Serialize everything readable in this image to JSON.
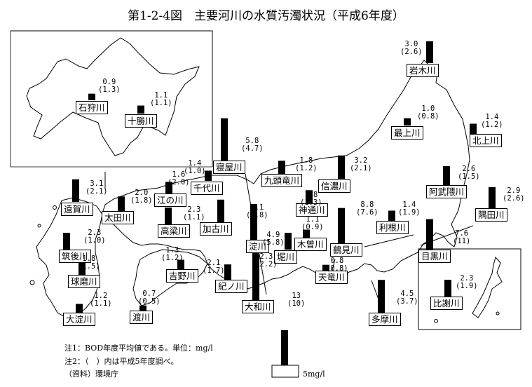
{
  "title": "第1-2-4図　主要河川の水質汚濁状況（平成6年度）",
  "notes": [
    "注1：BOD年度平均値である。単位：mg/l",
    "注2：（　）内は平成5年度調べ。",
    "（資料）環境庁"
  ],
  "legend": {
    "label": "5mg/l",
    "value": 5
  },
  "chart_data": {
    "type": "bar",
    "title": "第1-2-4図　主要河川の水質汚濁状況（平成6年度）",
    "unit": "mg/l",
    "series": [
      {
        "name": "平成6年度",
        "values": [
          3.0,
          0.9,
          1.1,
          1.0,
          1.4,
          5.8,
          1.8,
          3.2,
          1.6,
          1.4,
          2.0,
          3.1,
          2.3,
          3.1,
          1.8,
          2.6,
          2.9,
          1.4,
          8.8,
          4.9,
          1.1,
          2.3,
          1.8,
          1.3,
          2.1,
          2.3,
          13,
          0.7,
          1.2,
          0.8,
          4.5,
          7.6,
          2.3
        ]
      },
      {
        "name": "平成5年度",
        "values": [
          2.6,
          1.3,
          1.1,
          0.8,
          1.2,
          4.7,
          1.2,
          2.1,
          2.0,
          1.0,
          1.8,
          2.1,
          1.1,
          1.8,
          1.3,
          1.5,
          2.6,
          1.9,
          7.6,
          5.8,
          0.9,
          1.0,
          1.5,
          1.2,
          1.7,
          2.2,
          10,
          0.5,
          1.1,
          0.8,
          3.7,
          11,
          1.9
        ]
      }
    ],
    "rivers": [
      {
        "name": "岩木川",
        "value": "3.0",
        "prev": "2.6"
      },
      {
        "name": "石狩川",
        "value": "0.9",
        "prev": "1.3"
      },
      {
        "name": "十勝川",
        "value": "1.1",
        "prev": "1.1"
      },
      {
        "name": "最上川",
        "value": "1.0",
        "prev": "0.8"
      },
      {
        "name": "北上川",
        "value": "1.4",
        "prev": "1.2"
      },
      {
        "name": "寝屋川",
        "value": "5.8",
        "prev": "4.7"
      },
      {
        "name": "九頭竜川",
        "value": "1.8",
        "prev": "1.2"
      },
      {
        "name": "信濃川",
        "value": "3.2",
        "prev": "2.1"
      },
      {
        "name": "江の川",
        "value": "1.6",
        "prev": "2.0"
      },
      {
        "name": "千代川",
        "value": "1.4",
        "prev": "1.0"
      },
      {
        "name": "太田川",
        "value": "2.0",
        "prev": "1.8"
      },
      {
        "name": "遠賀川",
        "value": "3.1",
        "prev": "2.1"
      },
      {
        "name": "高梁川",
        "value": "2.3",
        "prev": "1.1"
      },
      {
        "name": "加古川",
        "value": "3.1",
        "prev": "1.8"
      },
      {
        "name": "神通川",
        "value": "1.8",
        "prev": "1.3"
      },
      {
        "name": "阿武隈川",
        "value": "2.6",
        "prev": "1.5"
      },
      {
        "name": "隅田川",
        "value": "2.9",
        "prev": "2.6"
      },
      {
        "name": "利根川",
        "value": "1.4",
        "prev": "1.9"
      },
      {
        "name": "鶴見川",
        "value": "8.8",
        "prev": "7.6"
      },
      {
        "name": "淀川",
        "value": "4.9",
        "prev": "5.8"
      },
      {
        "name": "木曽川",
        "value": "1.1",
        "prev": "0.9"
      },
      {
        "name": "筑後川",
        "value": "2.3",
        "prev": "1.0"
      },
      {
        "name": "球磨川",
        "value": "1.8",
        "prev": "1.5"
      },
      {
        "name": "吉野川",
        "value": "1.3",
        "prev": "1.2"
      },
      {
        "name": "紀ノ川",
        "value": "2.1",
        "prev": "1.7"
      },
      {
        "name": "堀川",
        "value": "2.3",
        "prev": "2.2"
      },
      {
        "name": "大和川",
        "value": "13",
        "prev": "10"
      },
      {
        "name": "渡川",
        "value": "0.7",
        "prev": "0.5"
      },
      {
        "name": "大淀川",
        "value": "1.2",
        "prev": "1.1"
      },
      {
        "name": "天竜川",
        "value": "0.8",
        "prev": "0.8"
      },
      {
        "name": "多摩川",
        "value": "4.5",
        "prev": "3.7"
      },
      {
        "name": "目黒川",
        "value": "7.6",
        "prev": "11"
      },
      {
        "name": "比謝川",
        "value": "2.3",
        "prev": "1.9"
      }
    ]
  }
}
